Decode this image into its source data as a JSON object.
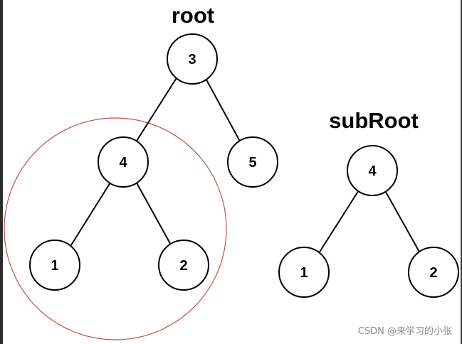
{
  "diagram": {
    "titles": {
      "root": "root",
      "subroot": "subRoot"
    },
    "nodes": {
      "root_3": "3",
      "left_4": "4",
      "right_5": "5",
      "left_1": "1",
      "left_2": "2",
      "sub_4": "4",
      "sub_1": "1",
      "sub_2": "2"
    },
    "highlight_color": "#c0504d"
  },
  "watermark": "CSDN @来学习的小张"
}
